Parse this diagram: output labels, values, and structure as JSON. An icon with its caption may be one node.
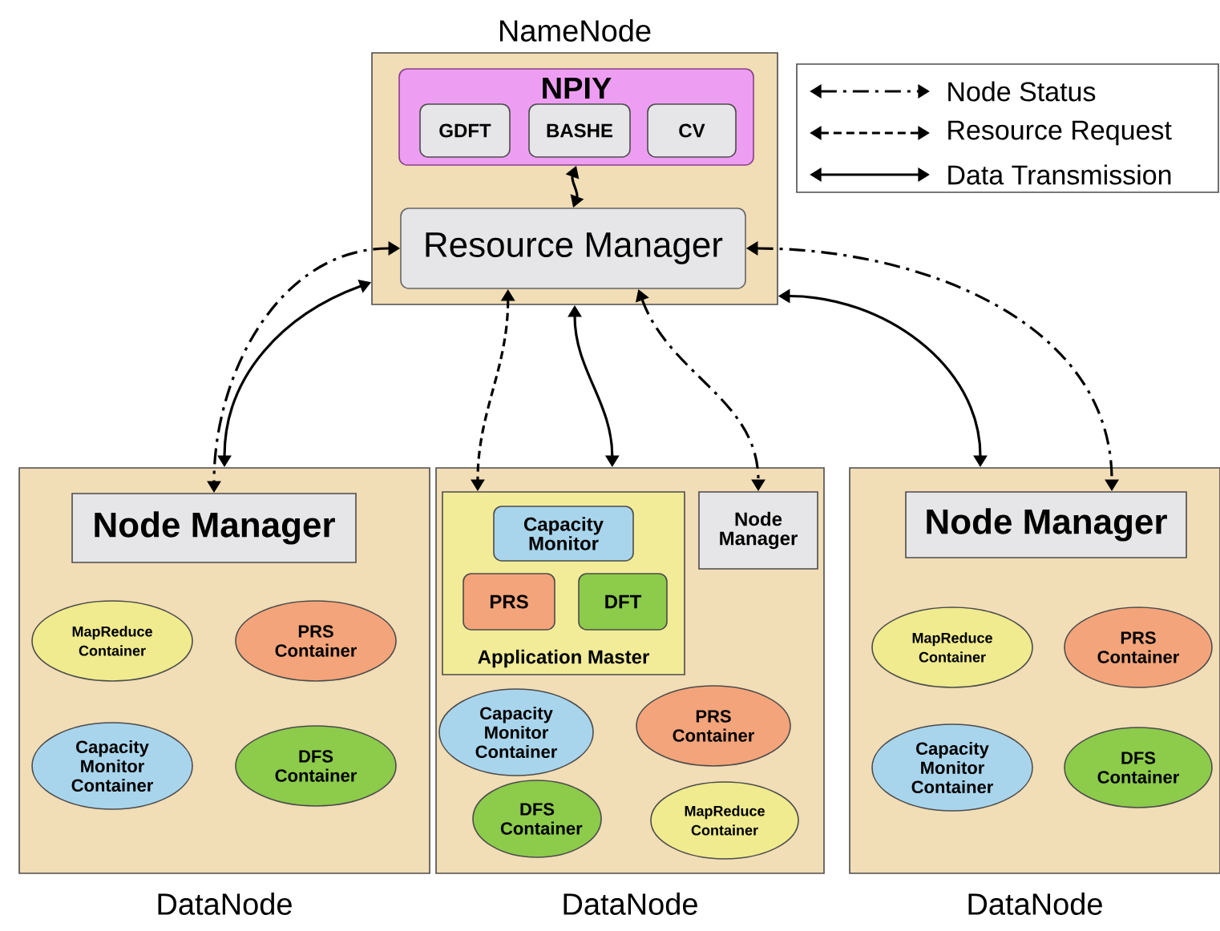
{
  "diagram": {
    "nodes": [
      {
        "text": [
          "NameNode"
        ]
      },
      {
        "text": [
          "NPIY"
        ],
        "in": 0
      },
      {
        "text": [
          "GDFT"
        ],
        "in": 1
      },
      {
        "text": [
          "BASHE"
        ],
        "in": 1
      },
      {
        "text": [
          "CV"
        ],
        "in": 1
      },
      {
        "text": [
          "Resource Manager"
        ],
        "in": 0
      },
      {
        "text": [
          "DataNode"
        ]
      },
      {
        "text": [
          "Node Manager"
        ],
        "in": 6
      },
      {
        "text": [
          "MapReduce Container"
        ],
        "in": 6
      },
      {
        "text": [
          "PRS Container"
        ],
        "in": 6
      },
      {
        "text": [
          "Capacity Monitor Container"
        ],
        "in": 6
      },
      {
        "text": [
          "DFS Container"
        ],
        "in": 6
      },
      {
        "text": [
          "DataNode"
        ]
      },
      {
        "text": [
          "Application Master"
        ],
        "in": 12
      },
      {
        "text": [
          "Capacity Monitor"
        ],
        "in": 13
      },
      {
        "text": [
          "PRS"
        ],
        "in": 13
      },
      {
        "text": [
          "DFT"
        ],
        "in": 13
      },
      {
        "text": [
          "Node Manager"
        ],
        "in": 12
      },
      {
        "text": [
          "Capacity Monitor Container"
        ],
        "in": 12
      },
      {
        "text": [
          "PRS Container"
        ],
        "in": 12
      },
      {
        "text": [
          "DFS Container"
        ],
        "in": 12
      },
      {
        "text": [
          "MapReduce Container"
        ],
        "in": 12
      },
      {
        "text": [
          "DataNode"
        ]
      },
      {
        "text": [
          "Node Manager"
        ],
        "in": 22
      },
      {
        "text": [
          "MapReduce Container"
        ],
        "in": 22
      },
      {
        "text": [
          "PRS Container"
        ],
        "in": 22
      },
      {
        "text": [
          "Capacity Monitor Container"
        ],
        "in": 22
      },
      {
        "text": [
          "DFS Container"
        ],
        "in": 22
      }
    ],
    "edges": [
      {
        "from": 5,
        "to": 7,
        "arrow": "both",
        "style": "dashed"
      },
      {
        "from": 0,
        "to": 6,
        "arrow": "both"
      },
      {
        "from": 5,
        "to": 13,
        "arrow": "both",
        "style": "dashed"
      },
      {
        "from": 0,
        "to": 12,
        "arrow": "both"
      },
      {
        "from": 5,
        "to": 17,
        "arrow": "both",
        "style": "dashed"
      },
      {
        "from": 0,
        "to": 22,
        "arrow": "both"
      },
      {
        "from": 5,
        "to": 23,
        "arrow": "both",
        "style": "dashed"
      },
      {
        "from": 1,
        "to": 5,
        "arrow": "both"
      }
    ],
    "legend": [
      {
        "text": "Node Status"
      },
      {
        "text": "Resource Request"
      },
      {
        "text": "Data Transmission"
      }
    ]
  }
}
